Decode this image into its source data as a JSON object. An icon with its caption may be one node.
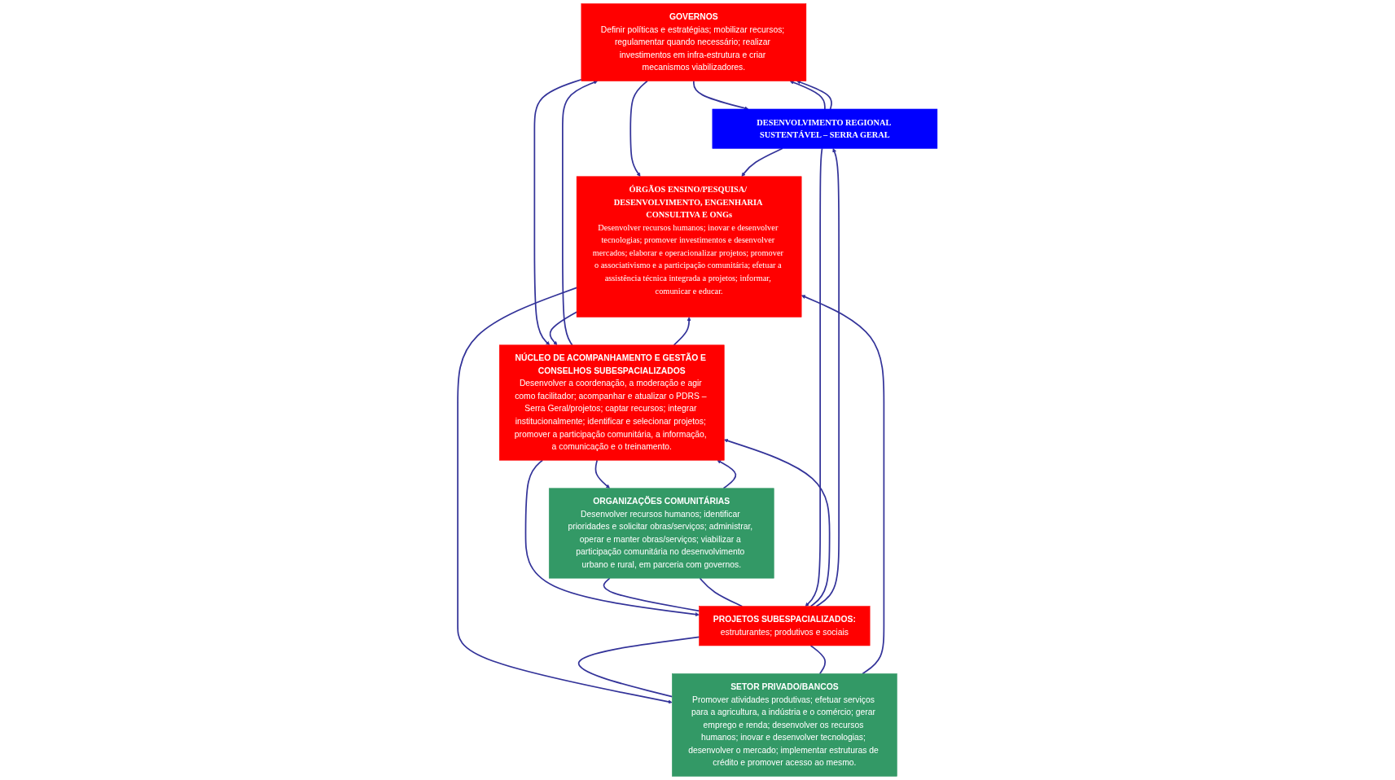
{
  "diagram": {
    "nodes": [
      {
        "text": [
          "GOVERNOS",
          "Definir políticas e estratégias; mobilizar recursos; regulamentar quando necessário; realizar investimentos em infra-estrutura e criar mecanismos viabilizadores."
        ]
      },
      {
        "text": [
          "ORGANIZAÇÕES COMUNITÁRIAS",
          "Desenvolver recursos humanos; identificar prioridades e solicitar obras/serviços; administrar, operar e manter obras/serviços; viabilizar a participação comunitária no desenvolvimento urbano e rural, em parceria com governos."
        ]
      },
      {
        "text": [
          "NÚCLEO DE ACOMPANHAMENTO E GESTÃO E CONSELHOS SUBESPACIALIZADOS",
          "Desenvolver a coordenação, a moderação e agir como facilitador; acompanhar e atualizar o PDRS – Serra Geral/projetos; captar recursos; integrar institucionalmente; identificar e selecionar projetos; promover a participação comunitária, a informação, a comunicação e o treinamento."
        ]
      },
      {
        "text": [
          "PROJETOS SUBESPACIALIZADOS:",
          "estruturantes; produtivos e sociais"
        ]
      },
      {
        "text": [
          "DESENVOLVIMENTO REGIONAL SUSTENTÁVEL – SERRA GERAL"
        ]
      },
      {
        "text": [
          "ÓRGÃOS ENSINO/PESQUISA/ DESENVOLVIMENTO, ENGENHARIA CONSULTIVA E ONGs",
          "Desenvolver recursos humanos; inovar e desenvolver tecnologias; promover investimentos e desenvolver mercados; elaborar e operacionalizar projetos; promover o associativismo e a participação comunitária; efetuar a assistência técnica integrada a projetos; informar, comunicar e educar."
        ]
      },
      {
        "text": [
          "SETOR PRIVADO/BANCOS",
          "Promover atividades produtivas; efetuar serviços para a agricultura, a indústria e o comércio; gerar emprego e renda; desenvolver os recursos humanos; inovar e desenvolver tecnologias; desenvolver o mercado; implementar estruturas de crédito e promover acesso ao mesmo."
        ]
      }
    ],
    "edges": [
      {
        "from": 4,
        "to": 0,
        "arrow": "to"
      },
      {
        "from": 0,
        "to": 4,
        "arrow": "to"
      },
      {
        "from": 4,
        "to": 0,
        "arrow": "to"
      },
      {
        "from": 0,
        "to": 5,
        "arrow": "to"
      },
      {
        "from": 4,
        "to": 5,
        "arrow": "to"
      },
      {
        "from": 2,
        "to": 0,
        "arrow": "to"
      },
      {
        "from": 0,
        "to": 2,
        "arrow": "to"
      },
      {
        "from": 2,
        "to": 1,
        "arrow": "to"
      },
      {
        "from": 1,
        "to": 2,
        "arrow": "to"
      },
      {
        "from": 2,
        "to": 3,
        "arrow": "to"
      },
      {
        "from": 3,
        "to": 2,
        "arrow": "to"
      },
      {
        "from": 2,
        "to": 5,
        "arrow": "to"
      },
      {
        "from": 5,
        "to": 2,
        "arrow": "to"
      },
      {
        "from": 5,
        "to": 6,
        "arrow": "to"
      },
      {
        "from": 6,
        "to": 5,
        "arrow": "to"
      },
      {
        "from": 1,
        "to": 3,
        "arrow": "none"
      },
      {
        "from": 1,
        "to": 3,
        "arrow": "none"
      },
      {
        "from": 3,
        "to": 6,
        "arrow": "none"
      },
      {
        "from": 3,
        "to": 6,
        "arrow": "none"
      },
      {
        "from": 3,
        "to": 4,
        "arrow": "to"
      },
      {
        "from": 4,
        "to": 3,
        "arrow": "to"
      }
    ]
  }
}
